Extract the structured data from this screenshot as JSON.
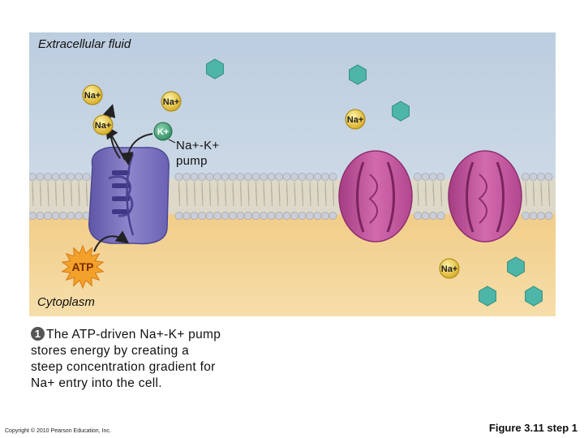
{
  "labels": {
    "extracellular": "Extracellular fluid",
    "cytoplasm": "Cytoplasm",
    "pump_line1": "Na+-K+",
    "pump_line2": "pump",
    "atp": "ATP",
    "na": "Na+",
    "k": "K+"
  },
  "caption": {
    "step": "1",
    "text_line1": "The ATP-driven Na+-K+ pump",
    "text_line2": "stores energy by creating a",
    "text_line3": "steep concentration gradient for",
    "text_line4": "Na+ entry into the cell."
  },
  "footer": {
    "copyright": "Copyright © 2010 Pearson Education, Inc.",
    "figure_ref": "Figure 3.11 step 1"
  },
  "colors": {
    "extracellular_bg": "#c3d3e3",
    "cytoplasm_bg": "#f1cd8a",
    "pump_blue": "#7b73bd",
    "channel_pink": "#c2559c",
    "na_ion": "#e6c13a",
    "k_ion": "#3f9e72",
    "glucose_hex": "#4db6a8",
    "atp_star": "#f2a12a"
  }
}
